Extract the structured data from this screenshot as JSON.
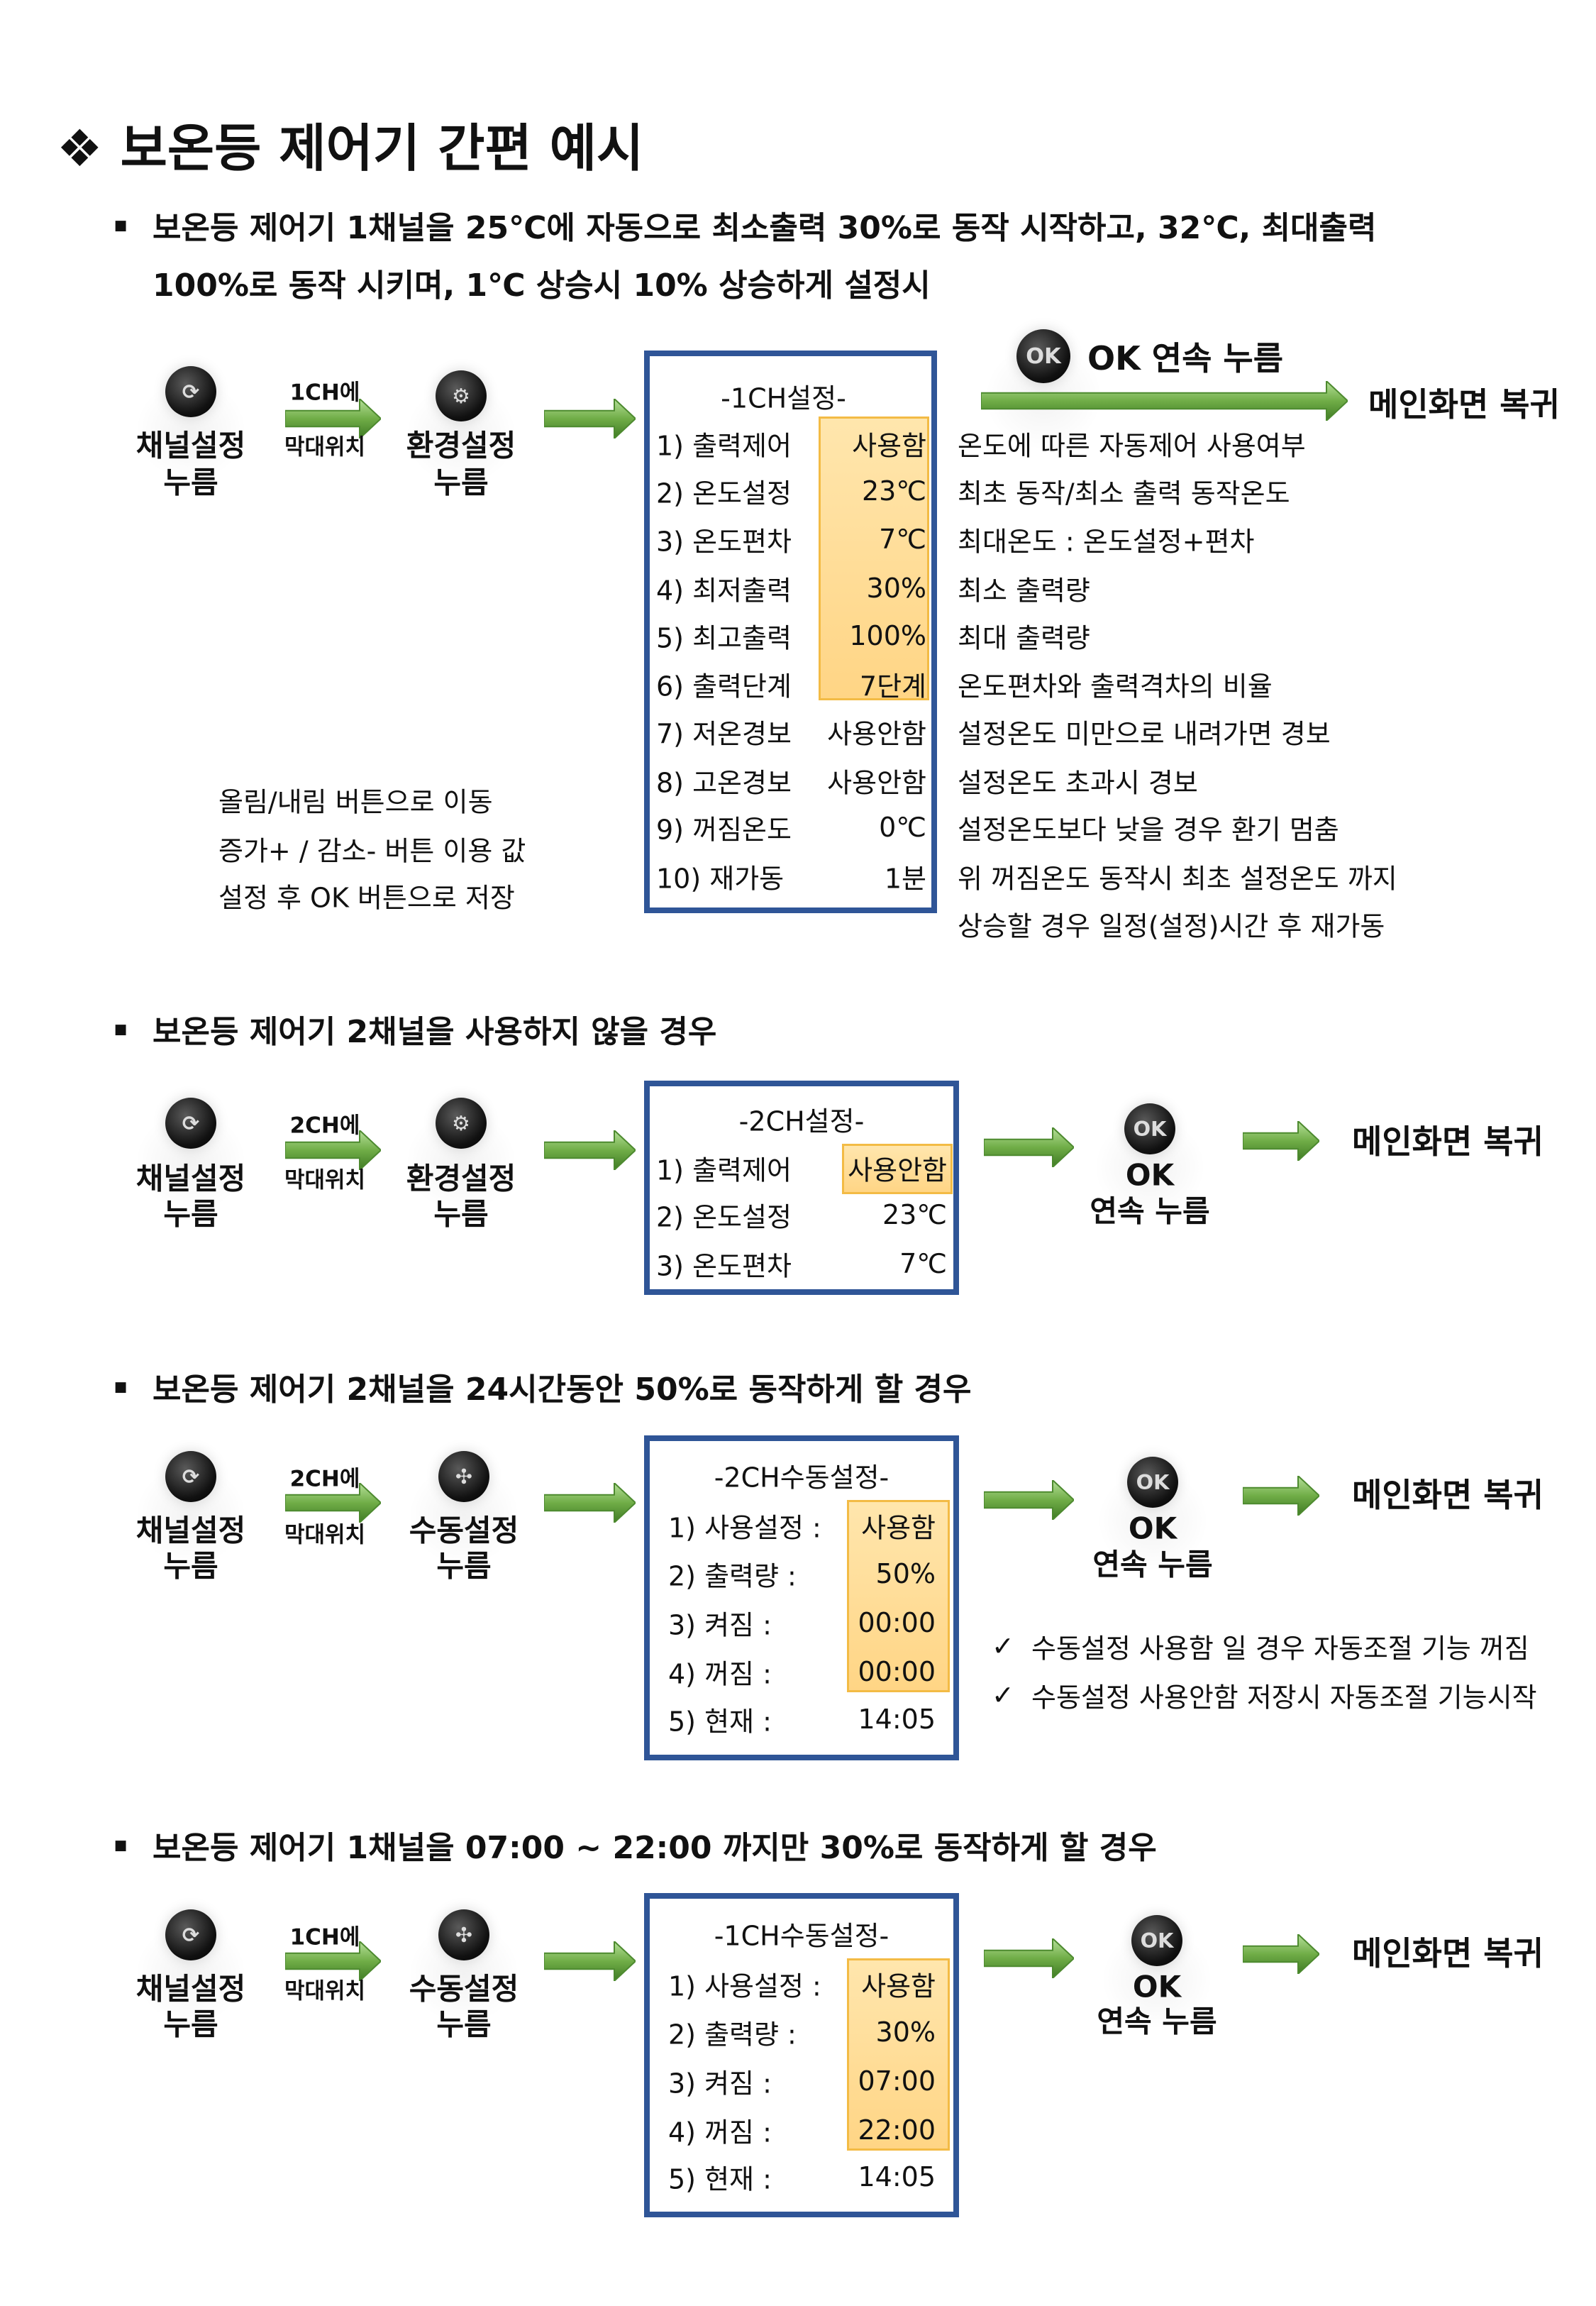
{
  "title": "보온등 제어기 간편 예시",
  "title_icon": "diamond-bullet-icon",
  "sections": [
    {
      "bullet_lines": [
        "보온등 제어기 1채널을 25℃에 자동으로 최소출력 30%로 동작 시작하고,  32℃, 최대출력",
        "100%로 동작 시키며, 1℃ 상승시 10% 상승하게 설정시"
      ],
      "steps": {
        "btn1": "채널설정",
        "btn1_sub": "누름",
        "channel": "1CH에",
        "position": "막대위치",
        "btn2": "환경설정",
        "btn2_sub": "누름",
        "btn2_icon": "gear-icon"
      },
      "box": {
        "title": "-1CH설정-",
        "rows": [
          {
            "label": "1) 출력제어",
            "value": "사용함",
            "highlighted": true
          },
          {
            "label": "2) 온도설정",
            "value": "23℃",
            "highlighted": true
          },
          {
            "label": "3) 온도편차",
            "value": "7℃",
            "highlighted": true
          },
          {
            "label": "4) 최저출력",
            "value": "30%",
            "highlighted": true
          },
          {
            "label": "5) 최고출력",
            "value": "100%",
            "highlighted": true
          },
          {
            "label": "6) 출력단계",
            "value": "7단계",
            "highlighted": true
          },
          {
            "label": "7) 저온경보",
            "value": "사용안함",
            "highlighted": false
          },
          {
            "label": "8) 고온경보",
            "value": "사용안함",
            "highlighted": false
          },
          {
            "label": "9) 꺼짐온도",
            "value": "0℃",
            "highlighted": false
          },
          {
            "label": "10) 재가동",
            "value": "1분",
            "highlighted": false
          }
        ]
      },
      "ok_icon_label": "OK",
      "ok_label": "OK 연속 누름",
      "return_label": "메인화면 복귀",
      "descriptions": [
        "온도에 따른 자동제어 사용여부",
        "최초 동작/최소 출력 동작온도",
        "최대온도 : 온도설정+편차",
        "최소 출력량",
        "최대 출력량",
        "온도편차와 출력격차의 비율",
        "설정온도 미만으로 내려가면 경보",
        "설정온도 초과시 경보",
        "설정온도보다 낮을 경우 환기 멈춤",
        "위 꺼짐온도 동작시 최초 설정온도 까지",
        "상승할 경우 일정(설정)시간 후 재가동"
      ],
      "notes": [
        "올림/내림 버튼으로 이동",
        "증가+ / 감소- 버튼 이용 값",
        "설정 후 OK 버튼으로 저장"
      ]
    },
    {
      "bullet_lines": [
        "보온등 제어기 2채널을 사용하지 않을 경우"
      ],
      "steps": {
        "btn1": "채널설정",
        "btn1_sub": "누름",
        "channel": "2CH에",
        "position": "막대위치",
        "btn2": "환경설정",
        "btn2_sub": "누름",
        "btn2_icon": "gear-icon"
      },
      "box": {
        "title": "-2CH설정-",
        "rows": [
          {
            "label": "1) 출력제어",
            "value": "사용안함",
            "highlighted": true
          },
          {
            "label": "2)  온도설정",
            "value": "23℃",
            "highlighted": false
          },
          {
            "label": "3)  온도편차",
            "value": "7℃",
            "highlighted": false
          }
        ]
      },
      "ok_icon_label": "OK",
      "ok_label": "OK",
      "ok_sub": "연속 누름",
      "return_label": "메인화면 복귀"
    },
    {
      "bullet_lines": [
        "보온등 제어기 2채널을 24시간동안 50%로 동작하게 할 경우"
      ],
      "steps": {
        "btn1": "채널설정",
        "btn1_sub": "누름",
        "channel": "2CH에",
        "position": "막대위치",
        "btn2": "수동설정",
        "btn2_sub": "누름",
        "btn2_icon": "fan-icon"
      },
      "box": {
        "title": "-2CH수동설정-",
        "rows": [
          {
            "label": "1) 사용설정 :",
            "value": "사용함",
            "highlighted": true
          },
          {
            "label": "2) 출력량 :",
            "value": "50%",
            "highlighted": true
          },
          {
            "label": "3) 켜짐 :",
            "value": "00:00",
            "highlighted": true
          },
          {
            "label": "4) 꺼짐 :",
            "value": "00:00",
            "highlighted": true
          },
          {
            "label": "5) 현재 :",
            "value": "14:05",
            "highlighted": false
          }
        ]
      },
      "ok_icon_label": "OK",
      "ok_label": "OK",
      "ok_sub": "연속 누름",
      "return_label": "메인화면 복귀",
      "checks": [
        "수동설정 사용함 일 경우 자동조절 기능 꺼짐",
        "수동설정 사용안함 저장시 자동조절 기능시작"
      ],
      "check_mark": "✓"
    },
    {
      "bullet_lines": [
        "보온등 제어기 1채널을 07:00 ~ 22:00 까지만 30%로 동작하게 할 경우"
      ],
      "steps": {
        "btn1": "채널설정",
        "btn1_sub": "누름",
        "channel": "1CH에",
        "position": "막대위치",
        "btn2": "수동설정",
        "btn2_sub": "누름",
        "btn2_icon": "fan-icon"
      },
      "box": {
        "title": "-1CH수동설정-",
        "rows": [
          {
            "label": "1) 사용설정 :",
            "value": "사용함",
            "highlighted": true
          },
          {
            "label": "2) 출력량 :",
            "value": "30%",
            "highlighted": true
          },
          {
            "label": "3) 켜짐 :",
            "value": "07:00",
            "highlighted": true
          },
          {
            "label": "4) 꺼짐 :",
            "value": "22:00",
            "highlighted": true
          },
          {
            "label": "5) 현재 :",
            "value": "14:05",
            "highlighted": false
          }
        ]
      },
      "ok_icon_label": "OK",
      "ok_label": "OK",
      "ok_sub": "연속 누름",
      "return_label": "메인화면 복귀"
    }
  ],
  "colors": {
    "box_border": "#2f5597",
    "highlight": "#ffd98f",
    "arrow": "#70ad47"
  }
}
